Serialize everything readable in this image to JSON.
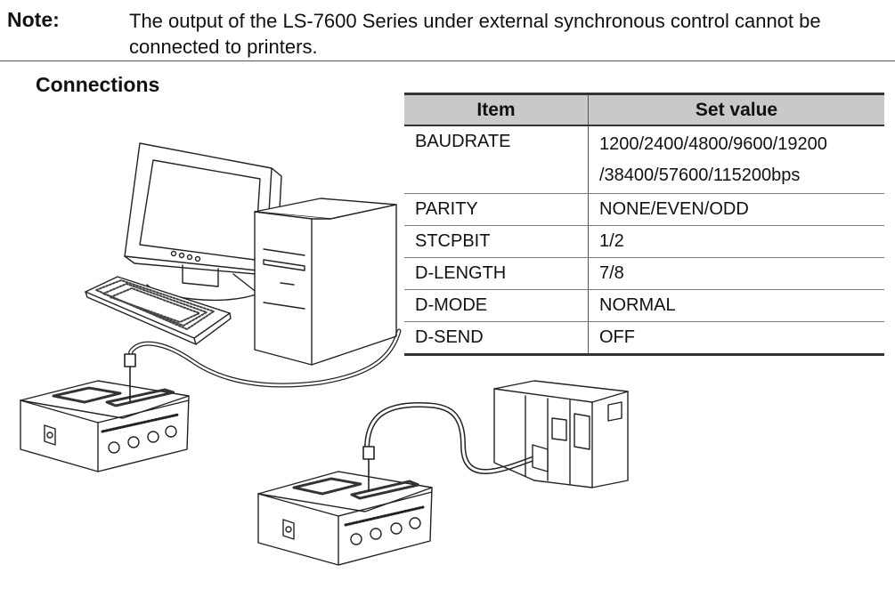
{
  "note": {
    "label": "Note:",
    "text": "The output of the LS-7600 Series under external synchronous control cannot be connected to printers."
  },
  "section_title": "Connections",
  "table": {
    "headers": [
      "Item",
      "Set value"
    ],
    "rows": [
      {
        "item": "BAUDRATE",
        "value": "1200/2400/4800/9600/19200 /38400/57600/115200bps"
      },
      {
        "item": "PARITY",
        "value": "NONE/EVEN/ODD"
      },
      {
        "item": "STCPBIT",
        "value": "1/2"
      },
      {
        "item": "D-LENGTH",
        "value": "7/8"
      },
      {
        "item": "D-MODE",
        "value": "NORMAL"
      },
      {
        "item": "D-SEND",
        "value": "OFF"
      }
    ]
  },
  "illustrations": [
    "personal-computer",
    "ls7600-controller",
    "programmable-controller",
    "ls7600-controller"
  ]
}
